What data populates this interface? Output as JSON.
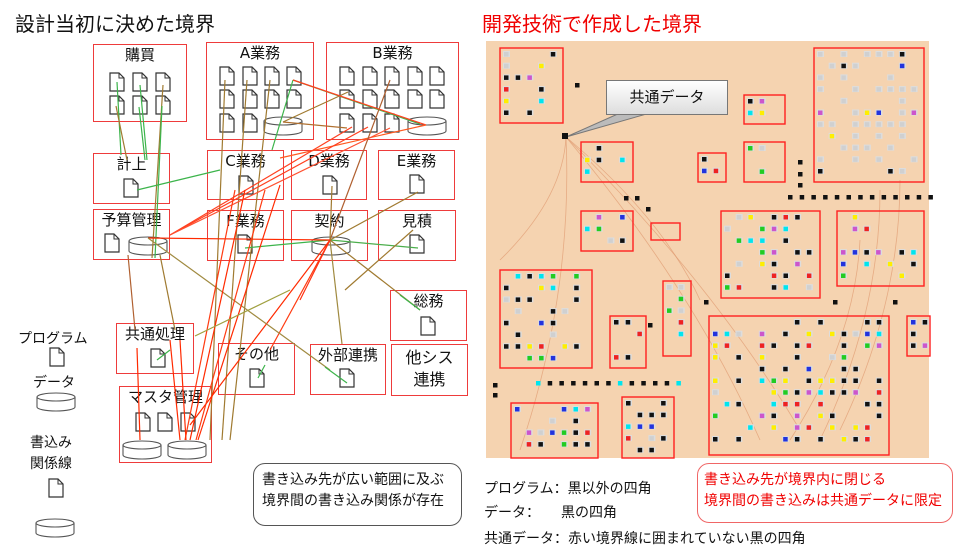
{
  "left": {
    "title": "設計当初に決めた境界",
    "boxes": {
      "purchase": "購買",
      "a_work": "A業務",
      "b_work": "B業務",
      "accounting": "計上",
      "c_work": "C業務",
      "d_work": "D業務",
      "e_work": "E業務",
      "budget": "予算管理",
      "f_work": "F業務",
      "contract": "契約",
      "estimate": "見積",
      "general": "総務",
      "common": "共通処理",
      "other": "その他",
      "external": "外部連携",
      "other_system": [
        "他シス",
        "連携"
      ],
      "master": "マスタ管理"
    },
    "legend": {
      "program": "プログラム",
      "data": "データ",
      "write_relation": [
        "書込み",
        "関係線"
      ]
    },
    "note": [
      "書き込み先が広い範囲に及ぶ",
      "境界間の書き込み関係が存在"
    ]
  },
  "right": {
    "title": "開発技術で作成した境界",
    "callout": "共通データ",
    "legend": [
      "プログラム：黒以外の四角",
      "データ：　　黒の四角",
      "共通データ：赤い境界線に囲まれていない黒の四角"
    ],
    "note": [
      "書き込み先が境界内に閉じる",
      "境界間の書き込みは共通データに限定"
    ]
  },
  "colors": {
    "boundary": "#ee3b3b",
    "panel_bg": "#f5d3b0",
    "note_red": "#f00000",
    "line_green": "#3cb44b",
    "line_red": "#ff2a00"
  }
}
